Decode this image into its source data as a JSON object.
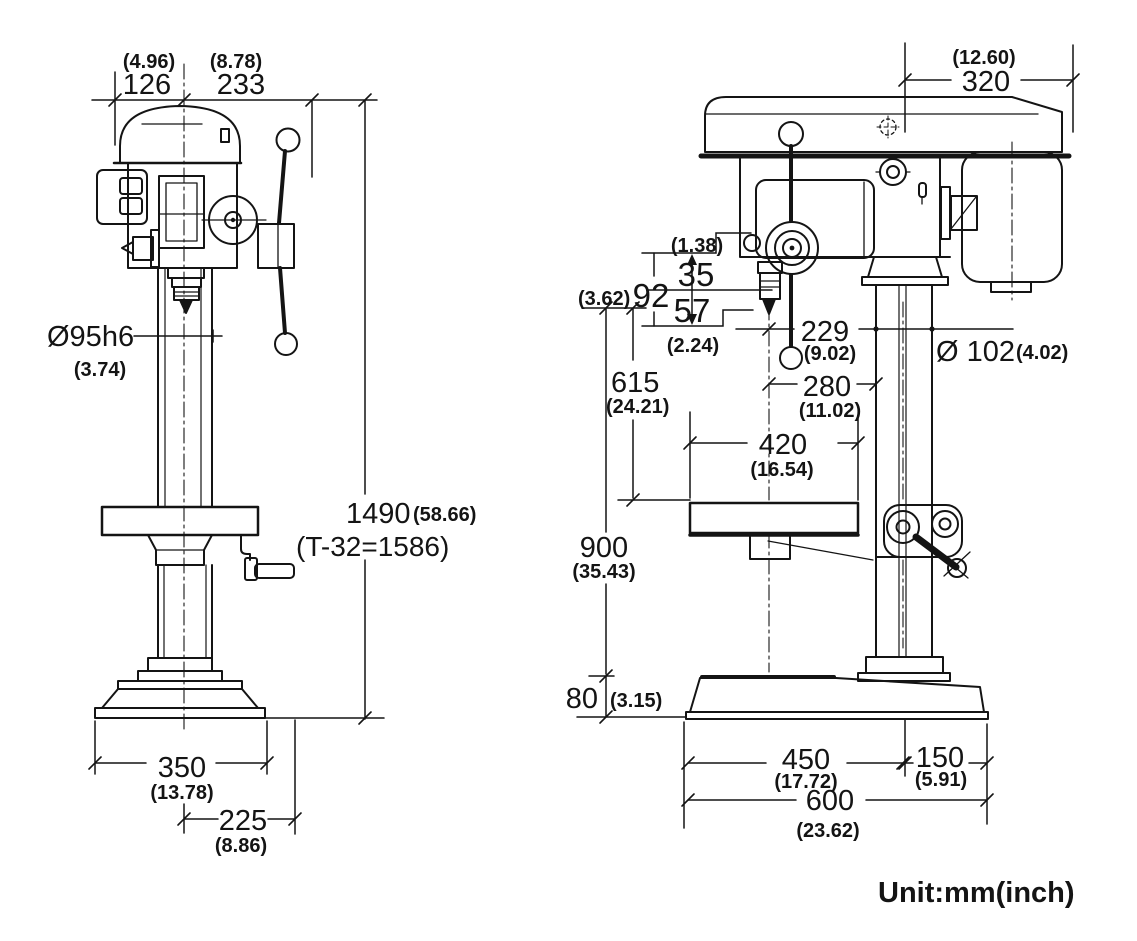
{
  "unit_note": "Unit:mm(inch)",
  "colors": {
    "ink": "#141414",
    "paper": "#ffffff"
  },
  "left_view": {
    "dim_126": {
      "mm": "126",
      "inch": "(4.96)"
    },
    "dim_233": {
      "mm": "233",
      "inch": "(8.78)"
    },
    "spindle_diameter": {
      "mm": "Ø95h6",
      "inch": "(3.74)"
    },
    "overall_height": {
      "mm": "1490",
      "inch": "(58.66)",
      "note": "(T-32=1586)"
    },
    "base_width": {
      "mm": "350",
      "inch": "(13.78)"
    },
    "dim_225": {
      "mm": "225",
      "inch": "(8.86)"
    }
  },
  "right_view": {
    "dim_320": {
      "mm": "320",
      "inch": "(12.60)"
    },
    "dim_35": {
      "mm": "35",
      "inch": "(1.38)"
    },
    "dim_92": {
      "mm": "92",
      "inch": "(3.62)"
    },
    "dim_57": {
      "mm": "57",
      "inch": "(2.24)"
    },
    "dim_229": {
      "mm": "229",
      "inch": "(9.02)"
    },
    "column_diameter": {
      "mm": "Ø 102",
      "inch": "(4.02)"
    },
    "dim_280": {
      "mm": "280",
      "inch": "(11.02)"
    },
    "dim_615": {
      "mm": "615",
      "inch": "(24.21)"
    },
    "dim_420": {
      "mm": "420",
      "inch": "(16.54)"
    },
    "dim_900": {
      "mm": "900",
      "inch": "(35.43)"
    },
    "dim_80": {
      "mm": "80",
      "inch": "(3.15)"
    },
    "dim_450": {
      "mm": "450",
      "inch": "(17.72)"
    },
    "dim_150": {
      "mm": "150",
      "inch": "(5.91)"
    },
    "dim_600": {
      "mm": "600",
      "inch": "(23.62)"
    }
  }
}
